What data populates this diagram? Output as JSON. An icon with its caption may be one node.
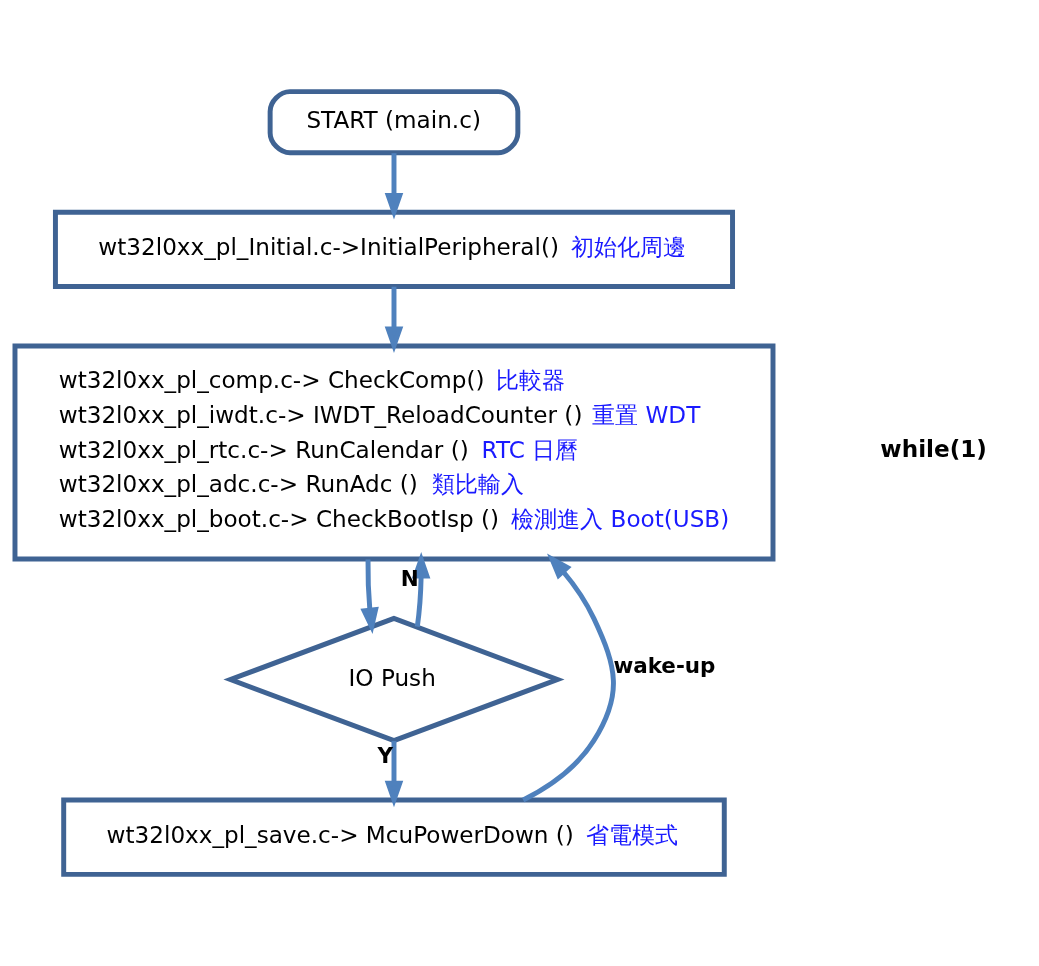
{
  "diagram": {
    "nodes": [
      {
        "text": [
          "START (main.c)"
        ]
      },
      {
        "text": [
          "wt32l0xx_pl_Initial.c->InitialPeripheral()",
          "初始化周邊"
        ]
      },
      {
        "text": [
          "wt32l0xx_pl_comp.c-> CheckComp()",
          "比較器",
          "wt32l0xx_pl_iwdt.c-> IWDT_ReloadCounter ()",
          "重置 WDT",
          "wt32l0xx_pl_rtc.c-> RunCalendar ()",
          "RTC 日曆",
          "wt32l0xx_pl_adc.c-> RunAdc ()",
          "類比輸入",
          "wt32l0xx_pl_boot.c-> CheckBootIsp ()",
          "檢測進入 Boot(USB)"
        ]
      },
      {
        "text": [
          "IO Push"
        ]
      },
      {
        "text": [
          "wt32l0xx_pl_save.c-> McuPowerDown ()",
          "省電模式"
        ]
      }
    ],
    "edges": [
      {
        "from": 0,
        "to": 1,
        "arrow": "to"
      },
      {
        "from": 1,
        "to": 2,
        "arrow": "to"
      },
      {
        "from": 2,
        "to": 3,
        "arrow": "to"
      },
      {
        "from": 3,
        "to": 4,
        "arrow": "to",
        "label": "Y"
      },
      {
        "from": 3,
        "to": 2,
        "arrow": "to",
        "label": "N"
      },
      {
        "from": 4,
        "to": 2,
        "arrow": "to",
        "label": "wake-up"
      }
    ],
    "labels": [
      "while(1)"
    ]
  }
}
